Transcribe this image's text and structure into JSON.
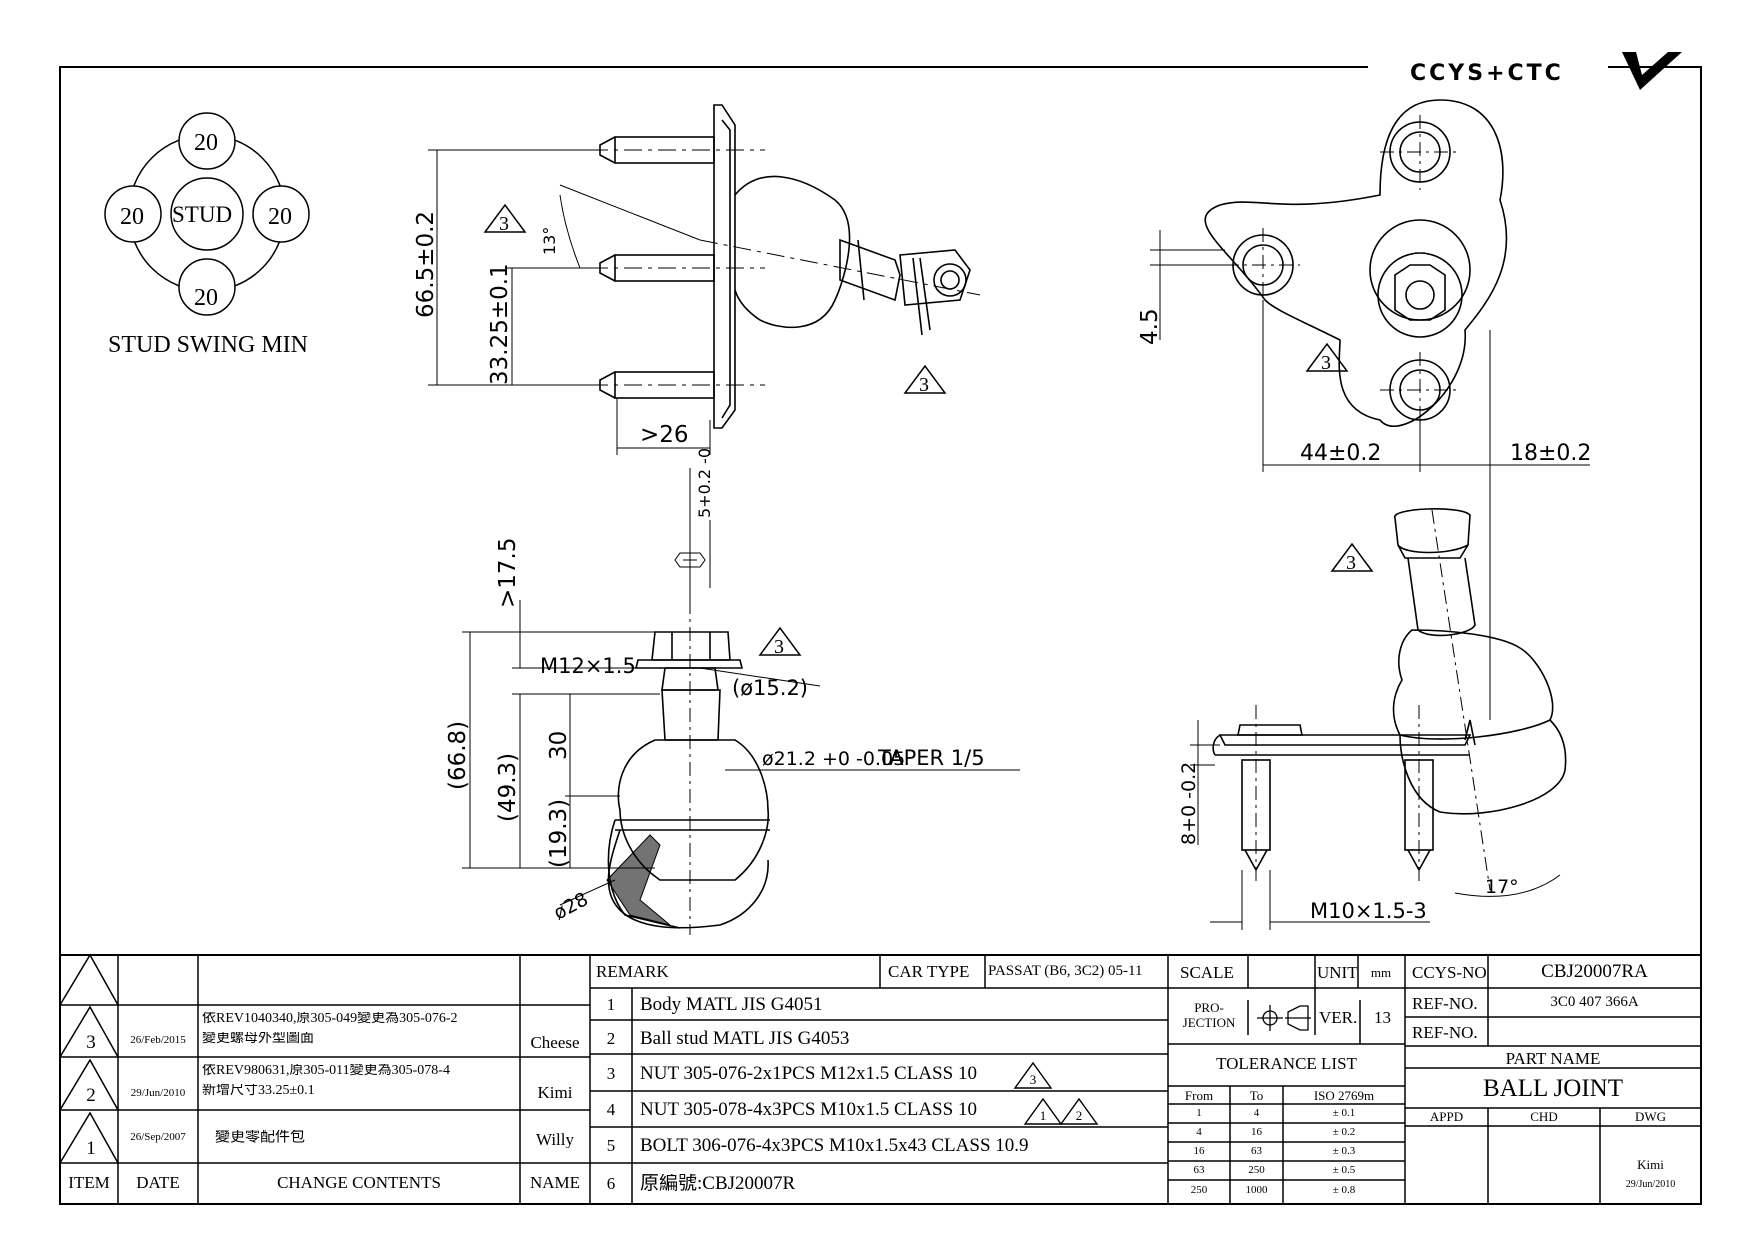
{
  "logo_text": "CCYS+CTC",
  "swing": {
    "title": "STUD SWING MIN",
    "center": "STUD",
    "top": "20",
    "left": "20",
    "right": "20",
    "bottom": "20"
  },
  "dims": {
    "d665": "66.5±0.2",
    "d3325": "33.25±0.1",
    "d26": ">26",
    "d13": "13°",
    "d45": "4.5",
    "d44": "44±0.2",
    "d18": "18±0.2",
    "d175": ">17.5",
    "d5": "5+0.2 -0",
    "dm12": "M12×1.5",
    "d152": "(ø15.2)",
    "d668": "(66.8)",
    "d493": "(49.3)",
    "d30": "30",
    "d193": "(19.3)",
    "d212": "ø21.2 +0 -0.05",
    "taper": "TAPER 1/5",
    "d28": "ø28",
    "d8": "8+0 -0.2",
    "dm10": "M10×1.5-3",
    "d17": "17°"
  },
  "rev_mark": "3",
  "revisions": [
    {
      "item": "3",
      "date": "26/Feb/2015",
      "content1": "依REV1040340,原305-049變更為305-076-2",
      "content2": "變更螺母外型圖面",
      "name": "Cheese"
    },
    {
      "item": "2",
      "date": "29/Jun/2010",
      "content1": "依REV980631,原305-011變更為305-078-4",
      "content2": "新增尺寸33.25±0.1",
      "name": "Kimi"
    },
    {
      "item": "1",
      "date": "26/Sep/2007",
      "content1": "變更零配件包",
      "content2": "",
      "name": "Willy"
    }
  ],
  "rev_headers": {
    "item": "ITEM",
    "date": "DATE",
    "content": "CHANGE CONTENTS",
    "name": "NAME"
  },
  "remark_label": "REMARK",
  "car_type_label": "CAR TYPE",
  "car_type": "PASSAT (B6, 3C2) 05-11",
  "remarks": [
    {
      "no": "1",
      "text": "Body MATL JIS G4051"
    },
    {
      "no": "2",
      "text": "Ball stud MATL JIS G4053"
    },
    {
      "no": "3",
      "text": "NUT 305-076-2x1PCS M12x1.5 CLASS 10"
    },
    {
      "no": "4",
      "text": "NUT 305-078-4x3PCS M10x1.5 CLASS 10"
    },
    {
      "no": "5",
      "text": "BOLT 306-076-4x3PCS M10x1.5x43 CLASS 10.9"
    },
    {
      "no": "6",
      "text": "原編號:CBJ20007R"
    }
  ],
  "remark_marks": {
    "r3": "3",
    "r4a": "1",
    "r4b": "2"
  },
  "scale_label": "SCALE",
  "unit_label": "UNIT",
  "unit": "mm",
  "projection_label1": "PRO-",
  "projection_label2": "JECTION",
  "ver_label": "VER.",
  "ver": "13",
  "tolerance_title": "TOLERANCE LIST",
  "tolerance_headers": {
    "from": "From",
    "to": "To",
    "iso": "ISO 2769m"
  },
  "tolerance_rows": [
    {
      "from": "1",
      "to": "4",
      "tol": "± 0.1"
    },
    {
      "from": "4",
      "to": "16",
      "tol": "± 0.2"
    },
    {
      "from": "16",
      "to": "63",
      "tol": "± 0.3"
    },
    {
      "from": "63",
      "to": "250",
      "tol": "± 0.5"
    },
    {
      "from": "250",
      "to": "1000",
      "tol": "± 0.8"
    }
  ],
  "ccys_label": "CCYS-NO.",
  "ccys_no": "CBJ20007RA",
  "ref_label": "REF-NO.",
  "ref_no": "3C0 407 366A",
  "ref_label2": "REF-NO.",
  "part_name_label": "PART NAME",
  "part_name": "BALL JOINT",
  "appd_label": "APPD",
  "chd_label": "CHD",
  "dwg_label": "DWG",
  "dwg_name": "Kimi",
  "dwg_date": "29/Jun/2010"
}
